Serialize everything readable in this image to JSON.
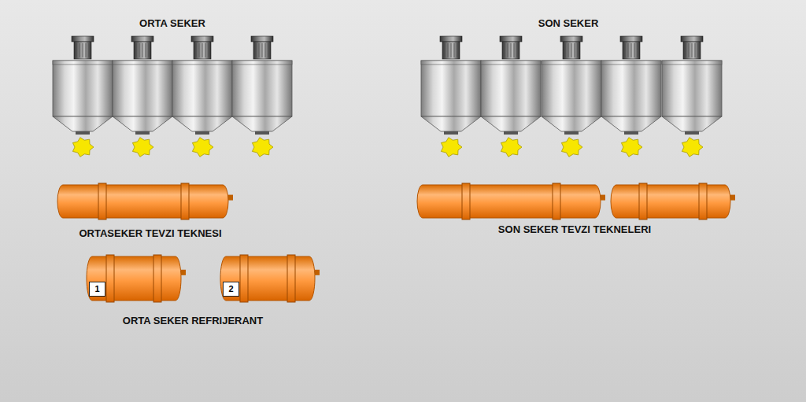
{
  "diagram": {
    "nodes": [
      {
        "text": [
          "1"
        ]
      },
      {
        "text": [
          "2"
        ]
      }
    ],
    "labels": [
      "ORTA SEKER",
      "SON SEKER",
      "ORTASEKER TEVZI TEKNESI",
      "SON SEKER TEVZI TEKNELERI",
      "ORTA SEKER REFRIJERANT"
    ]
  }
}
